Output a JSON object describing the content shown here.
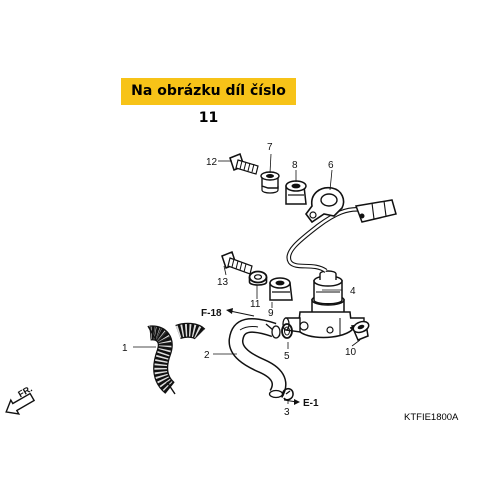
{
  "banner": {
    "text": "Na obrázku díl číslo 11",
    "color": "#f7c318"
  },
  "diagram_code": "KTFIE1800A",
  "direction_label": "FR.",
  "references": [
    {
      "id": "f18",
      "text": "F-18"
    },
    {
      "id": "e1",
      "text": "E-1"
    }
  ],
  "callouts": [
    {
      "id": "c1",
      "text": "1"
    },
    {
      "id": "c2",
      "text": "2"
    },
    {
      "id": "c3",
      "text": "3"
    },
    {
      "id": "c4",
      "text": "4"
    },
    {
      "id": "c5",
      "text": "5"
    },
    {
      "id": "c6",
      "text": "6"
    },
    {
      "id": "c7",
      "text": "7"
    },
    {
      "id": "c8",
      "text": "8"
    },
    {
      "id": "c9",
      "text": "9"
    },
    {
      "id": "c10",
      "text": "10"
    },
    {
      "id": "c11",
      "text": "11"
    },
    {
      "id": "c12",
      "text": "12"
    },
    {
      "id": "c13",
      "text": "13"
    }
  ]
}
